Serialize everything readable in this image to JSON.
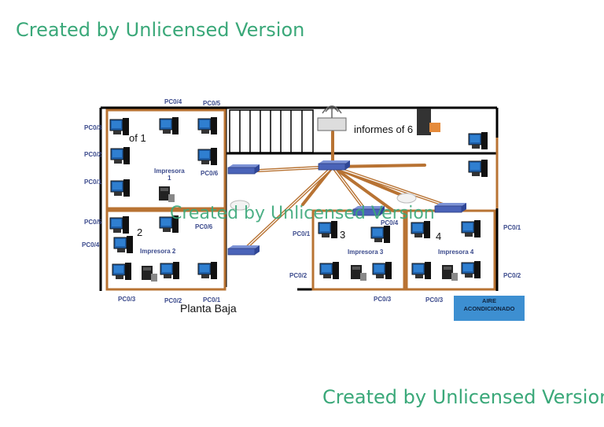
{
  "watermarks": {
    "top": "Created by Unlicensed Version",
    "middle": "Created by Unlicensed Version",
    "bottom": "Created by Unlicensed Version"
  },
  "floor_label": "Planta Baja",
  "reports_label": "informes of 6",
  "rooms": {
    "of1": "of 1",
    "of2": "2",
    "of3": "3",
    "of4": "4"
  },
  "printers": {
    "p1_line1": "Impresora",
    "p1_line2": "1",
    "p2": "Impresora 2",
    "p3": "Impresora 3",
    "p4": "Impresora 4"
  },
  "port_labels": {
    "o1_pc4": "PC0/4",
    "o1_pc5": "PC0/5",
    "o1_pc3": "PC0/3",
    "o1_pc2": "PC0/2",
    "o1_pc1": "PC0/1",
    "o1_pc6": "PC0/6",
    "o2_pc5": "PC0/5",
    "o2_pc6": "PC0/6",
    "o2_pc4": "PC0/4",
    "o2_pc3": "PC0/3",
    "o2_pc2": "PC0/2",
    "o2_pc1": "PC0/1",
    "o3_pc1": "PC0/1",
    "o3_pc4": "PC0/4",
    "o3_pc2": "PC0/2",
    "o3_pc3": "PC0/3",
    "o4_pc1": "PC0/1",
    "o4_pc2": "PC0/2",
    "o4_pc3": "PC0/3"
  },
  "air_conditioner": {
    "line1": "AIRE",
    "line2": "ACONDICIONADO"
  },
  "colors": {
    "wall": "#000000",
    "cable": "#b87333",
    "switch": "#4a63b8",
    "pc_screen": "#1f5fa8",
    "watermark": "#3aa879",
    "aire_box": "#3d8fd1"
  }
}
